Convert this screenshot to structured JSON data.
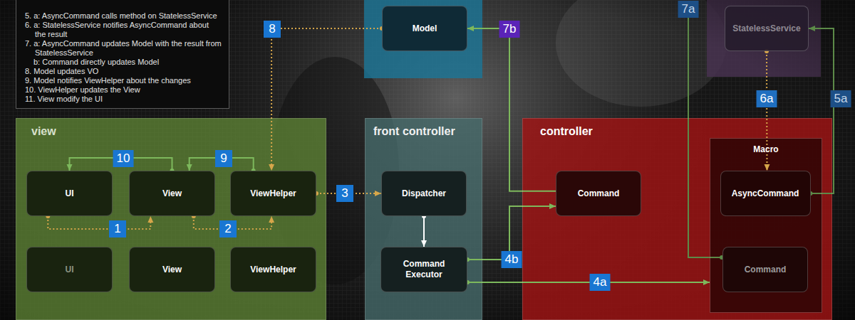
{
  "diagram": {
    "nodes": [
      {
        "text": [
          "view"
        ]
      },
      {
        "text": [
          "UI"
        ],
        "in": 0
      },
      {
        "text": [
          "View"
        ],
        "in": 0
      },
      {
        "text": [
          "ViewHelper"
        ],
        "in": 0
      },
      {
        "text": [
          "UI"
        ],
        "in": 0
      },
      {
        "text": [
          "View"
        ],
        "in": 0
      },
      {
        "text": [
          "ViewHelper"
        ],
        "in": 0
      },
      {
        "text": [
          "front controller"
        ]
      },
      {
        "text": [
          "Dispatcher"
        ],
        "in": 7
      },
      {
        "text": [
          "Command Executor"
        ],
        "in": 7
      },
      {
        "text": [
          "Model"
        ]
      },
      {
        "text": [
          "controller"
        ]
      },
      {
        "text": [
          "Command"
        ],
        "in": 11
      },
      {
        "text": [
          "Macro"
        ],
        "in": 11
      },
      {
        "text": [
          "AsyncCommand"
        ],
        "in": 13
      },
      {
        "text": [
          "Command"
        ],
        "in": 13
      },
      {
        "text": [
          "StatelessService"
        ]
      }
    ],
    "edges": [
      {
        "from": 1,
        "to": 2,
        "label": "1",
        "arrow": "to"
      },
      {
        "from": 2,
        "to": 3,
        "label": "2",
        "arrow": "to"
      },
      {
        "from": 3,
        "to": 8,
        "label": "3",
        "arrow": "to"
      },
      {
        "from": 10,
        "to": 3,
        "label": "8",
        "arrow": "to"
      },
      {
        "from": 3,
        "to": 2,
        "label": "9",
        "arrow": "to"
      },
      {
        "from": 2,
        "to": 1,
        "label": "10",
        "arrow": "to"
      },
      {
        "from": 8,
        "to": 9,
        "arrow": "to"
      },
      {
        "from": 9,
        "to": 12,
        "label": "4b",
        "arrow": "to"
      },
      {
        "from": 9,
        "to": 13,
        "label": "4a",
        "arrow": "to"
      },
      {
        "from": 12,
        "to": 10,
        "label": "7b",
        "arrow": "to"
      },
      {
        "from": 14,
        "to": 16,
        "label": "5a",
        "arrow": "to"
      },
      {
        "from": 16,
        "to": 14,
        "label": "6a",
        "arrow": "to"
      }
    ],
    "labels": [
      "5. a: AsyncCommand calls method on StatelessService",
      "6. a: StatelessService notifies AsyncCommand about the result",
      "7. a: AsyncCommand updates Model with the result from StatelessService",
      "b: Command directly updates Model",
      "8. Model updates VO",
      "9. Model notifies ViewHelper about the changes",
      "10. ViewHelper updates the View",
      "11. View modify the UI",
      "7a"
    ]
  }
}
